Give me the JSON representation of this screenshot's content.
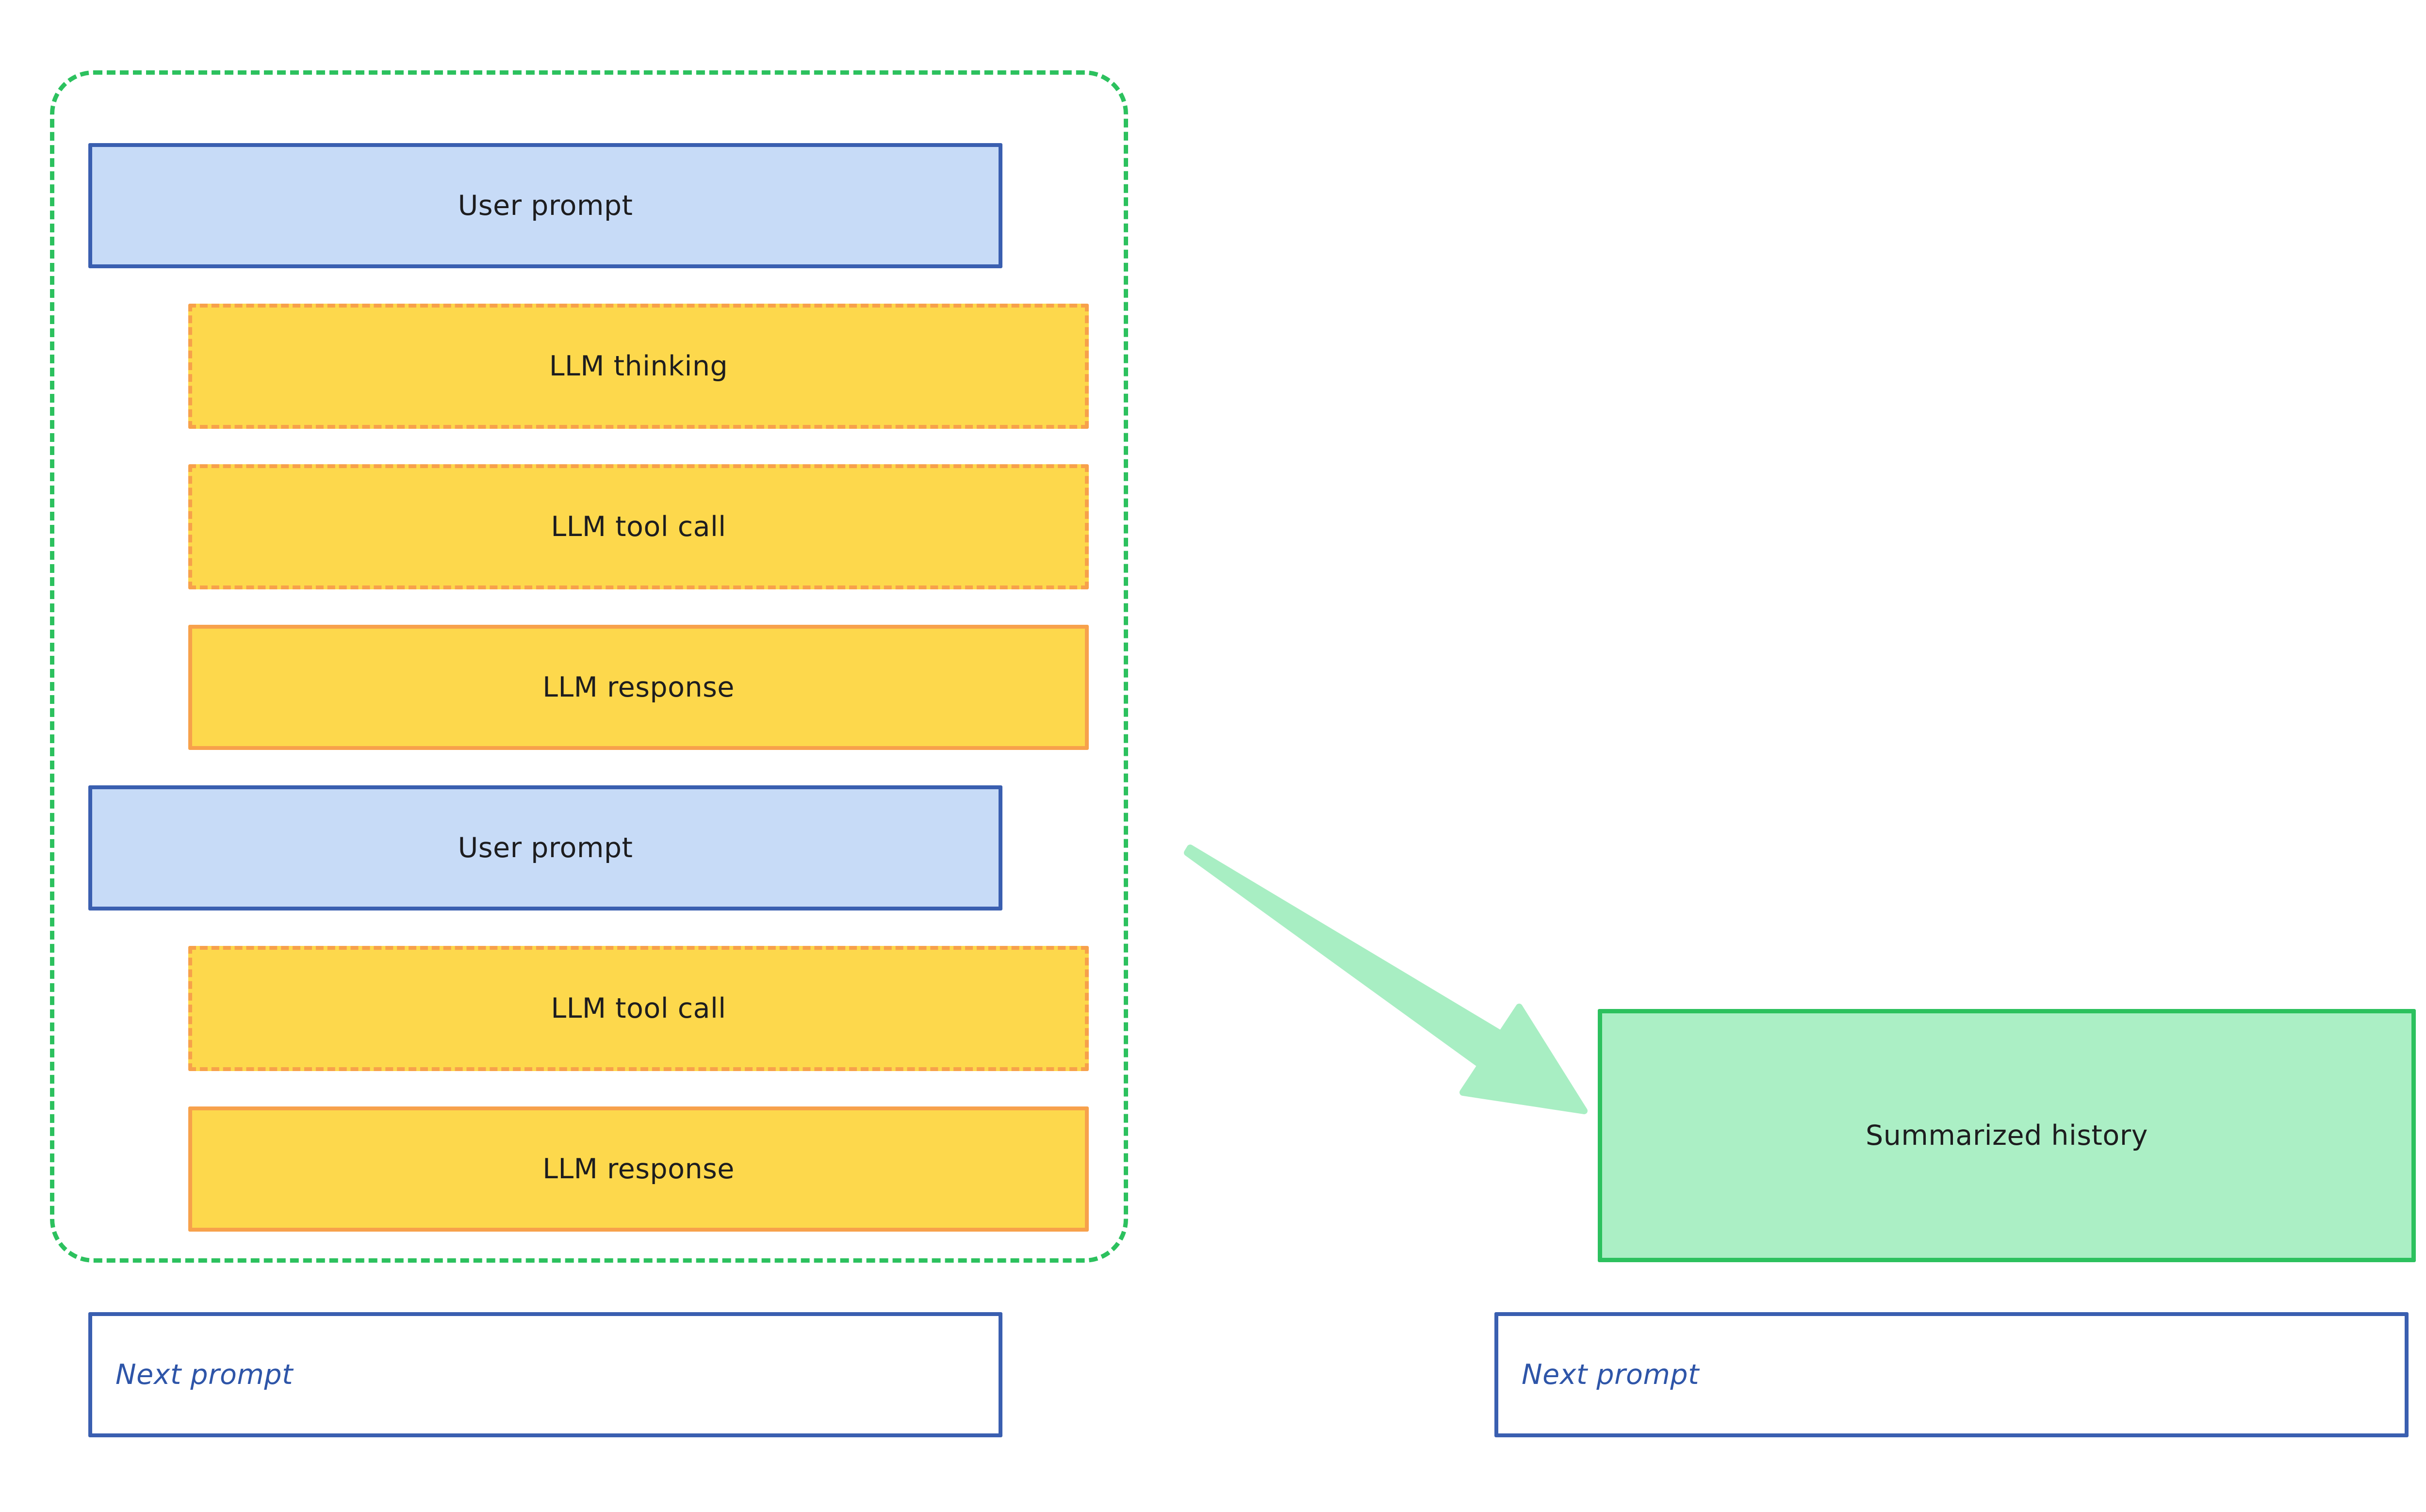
{
  "boxes": {
    "user_prompt_1": "User prompt",
    "llm_thinking": "LLM thinking",
    "llm_tool_call_1": "LLM tool call",
    "llm_response_1": "LLM response",
    "user_prompt_2": "User prompt",
    "llm_tool_call_2": "LLM tool call",
    "llm_response_2": "LLM response",
    "summarized_history": "Summarized history",
    "next_prompt_left": "Next prompt",
    "next_prompt_right": "Next prompt"
  },
  "icons": {
    "summarize_arrow": "thick-tapered-arrow-pointing-down-right"
  },
  "colors": {
    "blue_border": "#3a5fb0",
    "blue_fill": "#c7dbf7",
    "orange_border": "#f7a14b",
    "yellow_fill": "#fdd84c",
    "green_border": "#2cc15e",
    "green_fill": "#abefc5",
    "arrow_fill": "#a8eec3",
    "text_dark": "#1d1d1f",
    "text_blue": "#2e55a8",
    "bg": "#ffffff"
  }
}
